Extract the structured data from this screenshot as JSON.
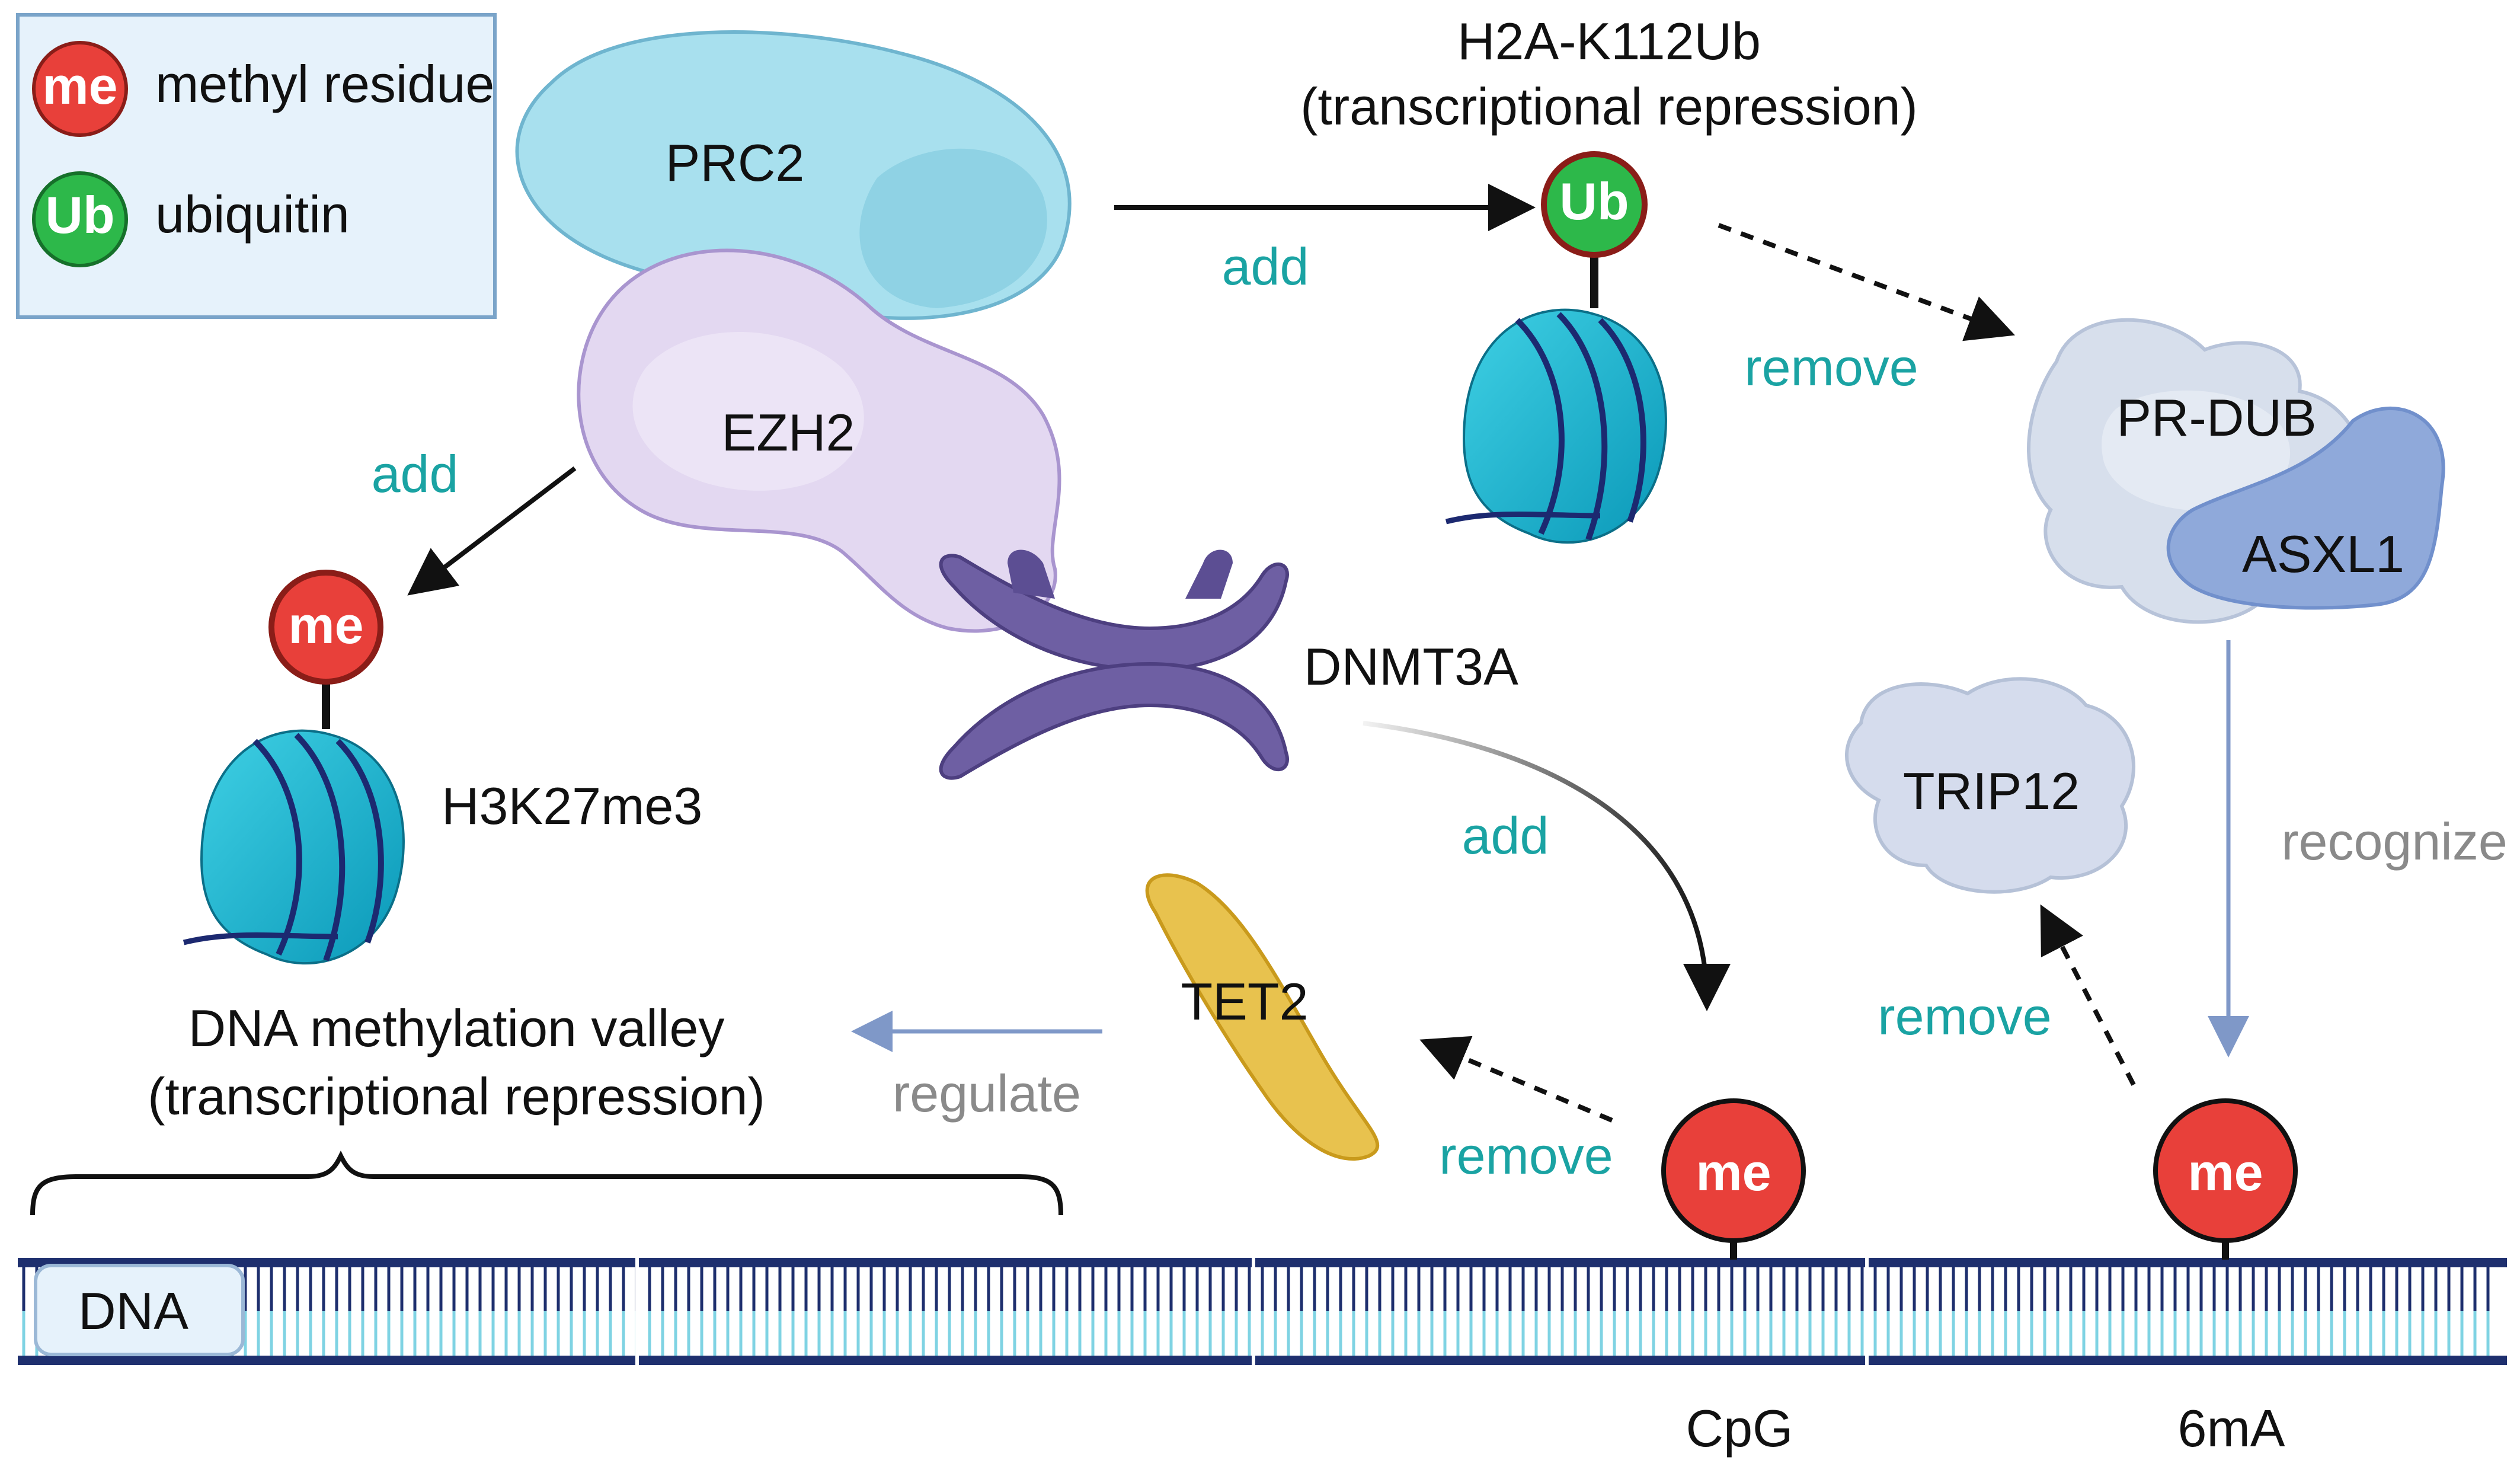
{
  "legend": {
    "items": [
      {
        "badge": "me",
        "label": "methyl residue",
        "color": "#e8403a"
      },
      {
        "badge": "Ub",
        "label": "ubiquitin",
        "color": "#2db84a"
      }
    ]
  },
  "proteins": {
    "prc2": "PRC2",
    "ezh2": "EZH2",
    "dnmt3a": "DNMT3A",
    "pr_dub": "PR-DUB",
    "asxl1": "ASXL1",
    "trip12": "TRIP12",
    "tet2": "TET2"
  },
  "marks": {
    "h2a_title": "H2A-K112Ub",
    "h2a_subtitle": "(transcriptional repression)",
    "h3k27": "H3K27me3",
    "me_badge": "me",
    "ub_badge": "Ub",
    "cpg": "CpG",
    "sixma": "6mA",
    "dna": "DNA"
  },
  "valley": {
    "line1": "DNA methylation valley",
    "line2": "(transcriptional repression)"
  },
  "actions": {
    "add_ub": "add",
    "add_h3": "add",
    "add_cpg": "add",
    "remove_ub": "remove",
    "remove_tet2": "remove",
    "remove_trip12": "remove",
    "recognize": "recognize",
    "regulate": "regulate"
  },
  "colors": {
    "action_teal": "#1aa3a3",
    "action_grey": "#8a8a8a",
    "prc2": "#a8e0ee",
    "ezh2": "#e3d8f1",
    "dnmt3a": "#6e5fa3",
    "pr_dub": "#d7dfec",
    "asxl1": "#8fa9da",
    "trip12": "#d5dced",
    "tet2": "#e8c24e",
    "nucleosome": "#1cb7cf",
    "dna_backbone": "#1e2f6e",
    "dna_rungs": "#7fd3e3"
  }
}
